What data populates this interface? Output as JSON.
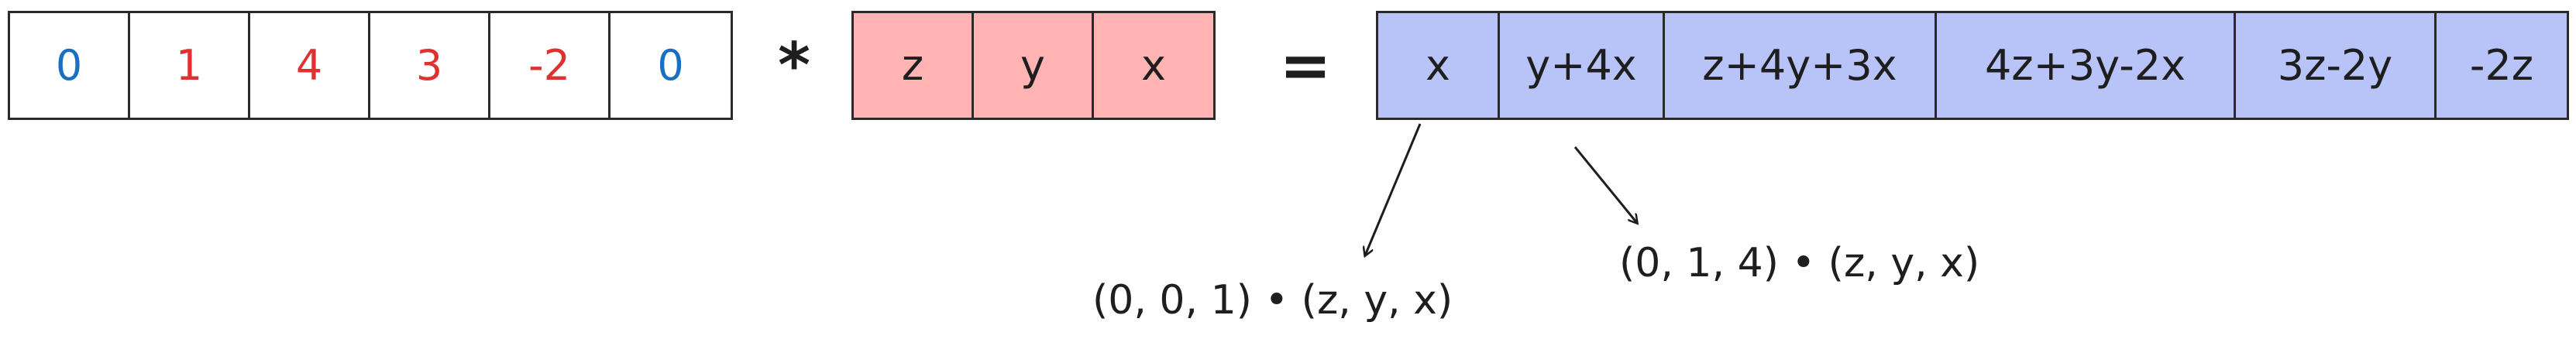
{
  "left_array": {
    "cells": [
      {
        "value": "0",
        "color": "#1b6fc2"
      },
      {
        "value": "1",
        "color": "#e03131"
      },
      {
        "value": "4",
        "color": "#e03131"
      },
      {
        "value": "3",
        "color": "#e03131"
      },
      {
        "value": "-2",
        "color": "#e03131"
      },
      {
        "value": "0",
        "color": "#1b6fc2"
      }
    ]
  },
  "operators": {
    "multiply": "*",
    "equals": "="
  },
  "middle_array": {
    "fill": "#ffb3b3",
    "cells": [
      "z",
      "y",
      "x"
    ]
  },
  "result_array": {
    "fill": "#b8c4f7",
    "cells": [
      "x",
      "y+4x",
      "z+4y+3x",
      "4z+3y-2x",
      "3z-2y",
      "-2z"
    ]
  },
  "annotations": [
    {
      "text": "(0, 0, 1) • (z, y, x)",
      "points_to_cell": 0
    },
    {
      "text": "(0, 1, 4) • (z, y, x)",
      "points_to_cell": 1
    }
  ]
}
